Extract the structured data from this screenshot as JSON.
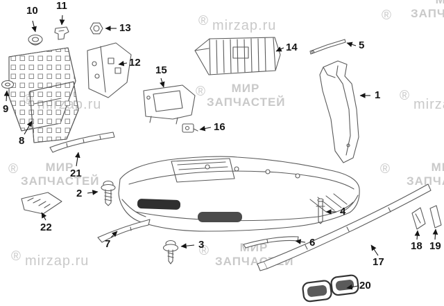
{
  "labels": {
    "1": "1",
    "2": "2",
    "3": "3",
    "4": "4",
    "5": "5",
    "6": "6",
    "7": "7",
    "8": "8",
    "9": "9",
    "10": "10",
    "11": "11",
    "12": "12",
    "13": "13",
    "14": "14",
    "15": "15",
    "16": "16",
    "17": "17",
    "18": "18",
    "19": "19",
    "20": "20",
    "21": "21",
    "22": "22"
  },
  "watermarks": {
    "site": "mirzap.ru",
    "brand_line1": "МИР",
    "brand_line2": "ЗАПЧАСТЕЙ",
    "registered": "®",
    "color": "#c9c9c9"
  },
  "colors": {
    "background": "#ffffff",
    "linework": "#5a5a5a",
    "label_text": "#151515"
  }
}
